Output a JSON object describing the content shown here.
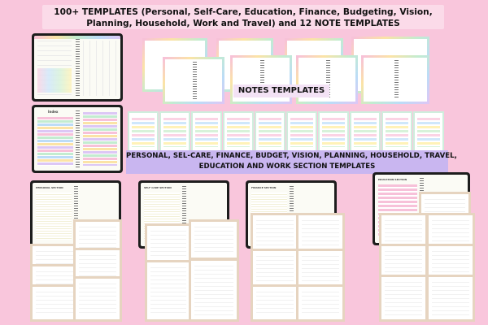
{
  "banner": {
    "line1": "100+ TEMPLATES (Personal, Self-Care, Education, Finance, Budgeting, Vision,",
    "line2": "Planning, Household, Work and Travel) and 12 NOTE TEMPLATES"
  },
  "notes_label": "NOTES TEMPLATES",
  "sections_label": {
    "line1": "PERSONAL, SEL-CARE, FINANCE, BUDGET, VISION, PLANNING, HOUSEHOLD, TRAVEL,",
    "line2": "EDUCATION AND WORK SECTION  TEMPLATES"
  },
  "section_titles": {
    "personal": "PERSONAL SECTION",
    "selfcare": "SELF CARE SECTION",
    "finance": "FINANCE SECTION",
    "education": "EDUCATION SECTION"
  },
  "index_title": "Index",
  "colors": {
    "background": "#f9c6dc",
    "banner": "#fbdbe9",
    "label_bg": "#c9b6f0",
    "tablet": "#1d1d1d"
  }
}
